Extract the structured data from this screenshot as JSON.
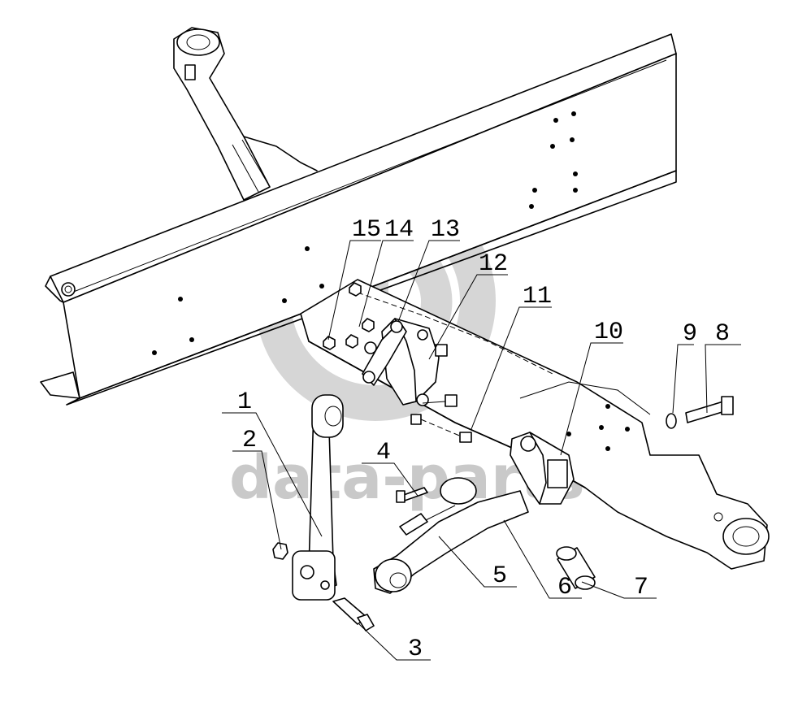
{
  "diagram": {
    "watermark": {
      "logo_text": "GD",
      "text": "data-parts"
    },
    "callouts": [
      {
        "label": "1"
      },
      {
        "label": "2"
      },
      {
        "label": "3"
      },
      {
        "label": "4"
      },
      {
        "label": "5"
      },
      {
        "label": "6"
      },
      {
        "label": "7"
      },
      {
        "label": "8"
      },
      {
        "label": "9"
      },
      {
        "label": "10"
      },
      {
        "label": "11"
      },
      {
        "label": "12"
      },
      {
        "label": "13"
      },
      {
        "label": "14"
      },
      {
        "label": "15"
      }
    ]
  }
}
